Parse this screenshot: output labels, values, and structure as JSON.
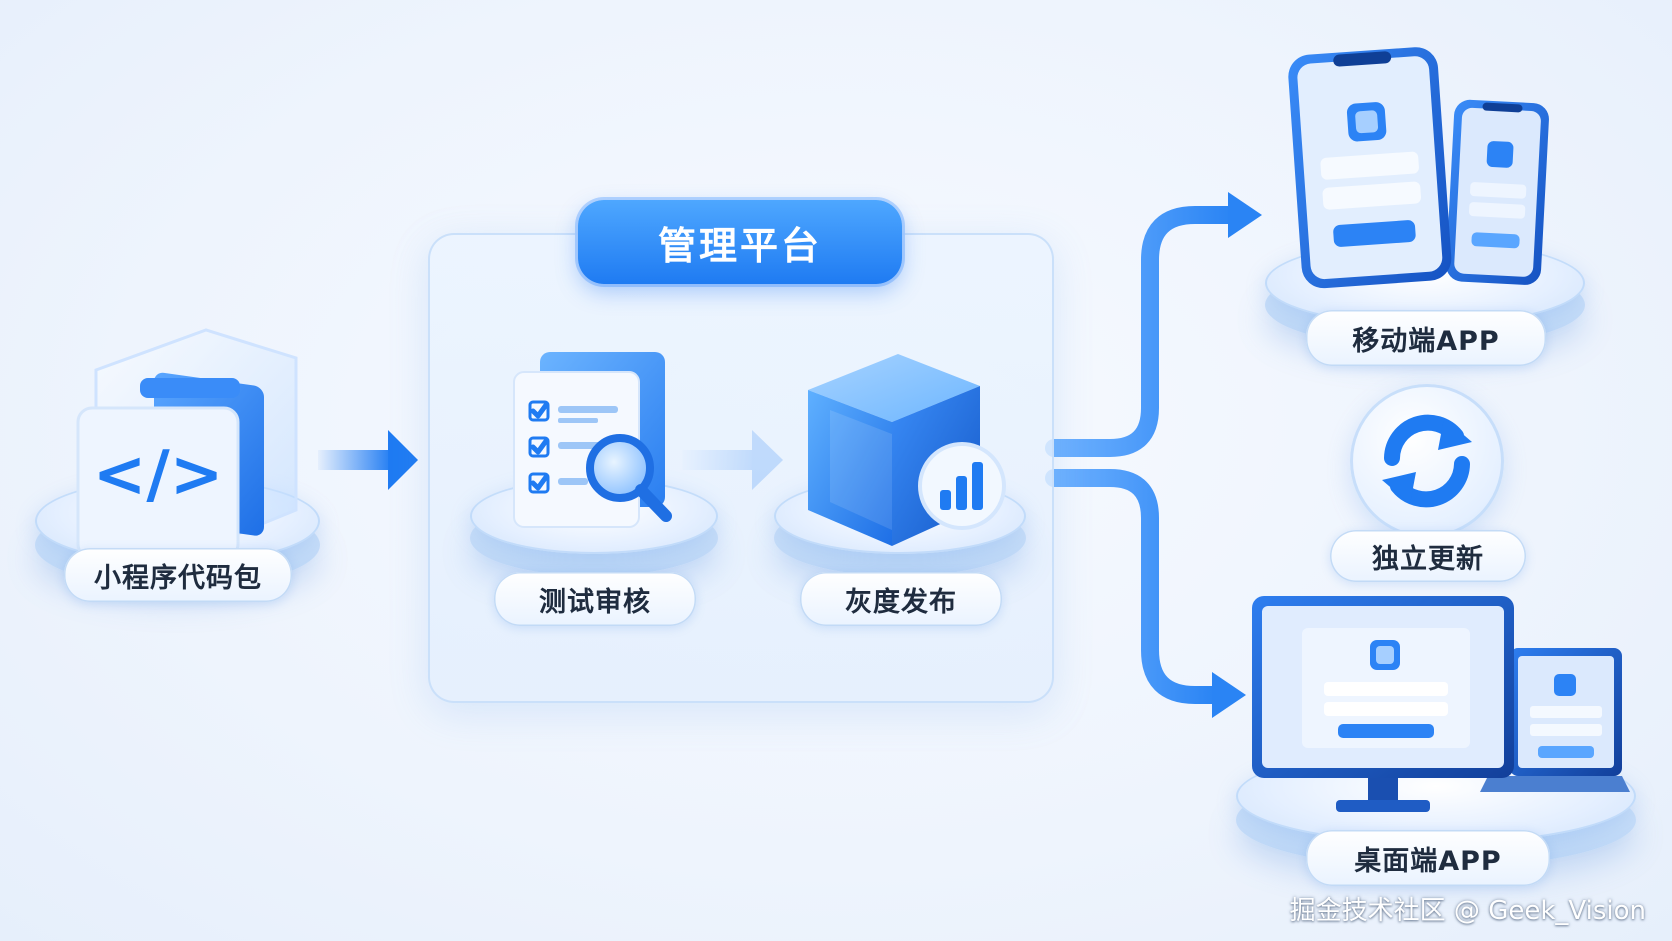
{
  "nodes": {
    "source": {
      "label": "小程序代码包",
      "icon": "code-folder-icon"
    },
    "review": {
      "label": "测试审核",
      "icon": "checklist-search-icon"
    },
    "release": {
      "label": "灰度发布",
      "icon": "cube-chart-icon"
    },
    "mobile": {
      "label": "移动端APP",
      "icon": "smartphone-icon"
    },
    "update": {
      "label": "独立更新",
      "icon": "refresh-icon"
    },
    "desktop": {
      "label": "桌面端APP",
      "icon": "monitor-icon"
    }
  },
  "platform": {
    "title": "管理平台"
  },
  "watermark": "掘金技术社区 @ Geek_Vision",
  "colors": {
    "accent": "#1f7bf2",
    "accent_light": "#4ea7ff",
    "background": "#eef4fd",
    "text": "#1f2c3f"
  }
}
